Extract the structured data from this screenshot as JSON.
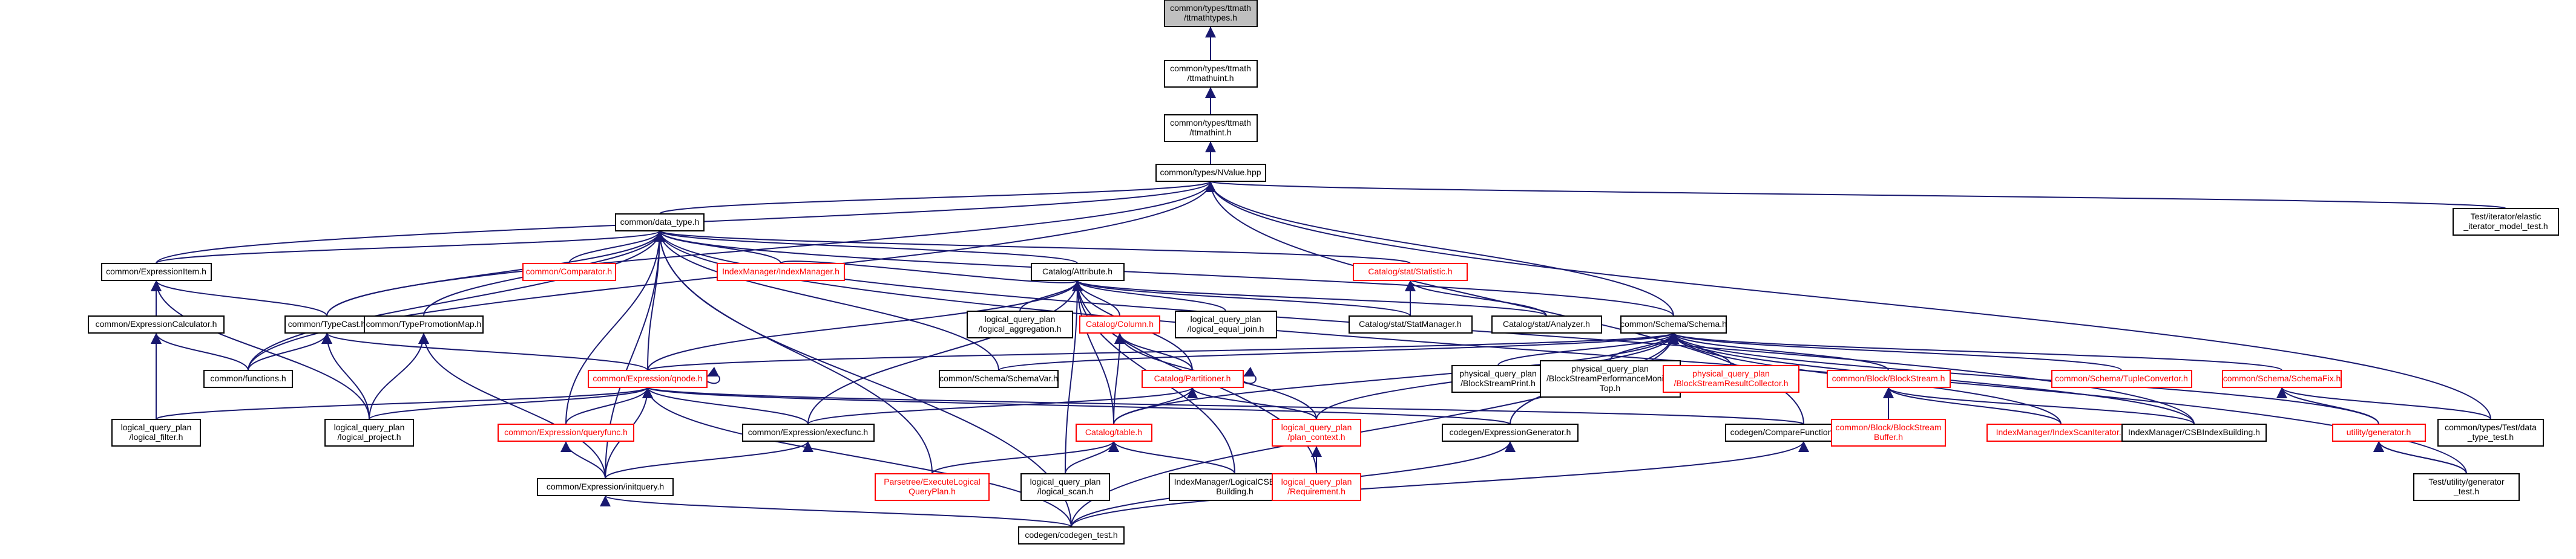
{
  "graph": {
    "nodes": [
      {
        "id": "mathtypes",
        "lines": [
          "common/types/ttmath",
          "/ttmathtypes.h"
        ],
        "root": true
      },
      {
        "id": "mathuint",
        "lines": [
          "common/types/ttmath",
          "/ttmathuint.h"
        ]
      },
      {
        "id": "mathint",
        "lines": [
          "common/types/ttmath",
          "/ttmathint.h"
        ]
      },
      {
        "id": "nvalue",
        "lines": [
          "common/types/NValue.hpp"
        ]
      },
      {
        "id": "elastic_test",
        "lines": [
          "Test/iterator/elastic",
          "_iterator_model_test.h"
        ]
      },
      {
        "id": "data_type",
        "lines": [
          "common/data_type.h"
        ]
      },
      {
        "id": "expr_item",
        "lines": [
          "common/ExpressionItem.h"
        ]
      },
      {
        "id": "comparator",
        "lines": [
          "common/Comparator.h"
        ],
        "trunc": true
      },
      {
        "id": "index_manager",
        "lines": [
          "IndexManager/IndexManager.h"
        ],
        "trunc": true
      },
      {
        "id": "attribute",
        "lines": [
          "Catalog/Attribute.h"
        ]
      },
      {
        "id": "statistic",
        "lines": [
          "Catalog/stat/Statistic.h"
        ],
        "trunc": true
      },
      {
        "id": "expr_calc",
        "lines": [
          "common/ExpressionCalculator.h"
        ]
      },
      {
        "id": "typecast",
        "lines": [
          "common/TypeCast.h"
        ]
      },
      {
        "id": "type_promo",
        "lines": [
          "common/TypePromotionMap.h"
        ]
      },
      {
        "id": "lqp_aggr",
        "lines": [
          "logical_query_plan",
          "/logical_aggregation.h"
        ]
      },
      {
        "id": "column",
        "lines": [
          "Catalog/Column.h"
        ],
        "trunc": true
      },
      {
        "id": "lqp_equal_join",
        "lines": [
          "logical_query_plan",
          "/logical_equal_join.h"
        ]
      },
      {
        "id": "stat_manager",
        "lines": [
          "Catalog/stat/StatManager.h"
        ]
      },
      {
        "id": "analyzer",
        "lines": [
          "Catalog/stat/Analyzer.h"
        ]
      },
      {
        "id": "schema",
        "lines": [
          "common/Schema/Schema.h"
        ]
      },
      {
        "id": "functions",
        "lines": [
          "common/functions.h"
        ]
      },
      {
        "id": "schema_var",
        "lines": [
          "common/Schema/SchemaVar.h"
        ]
      },
      {
        "id": "pqp_print",
        "lines": [
          "physical_query_plan",
          "/BlockStreamPrint.h"
        ]
      },
      {
        "id": "pqp_perf",
        "lines": [
          "physical_query_plan",
          "/BlockStreamPerformanceMonitor",
          "Top.h"
        ]
      },
      {
        "id": "pqp_result",
        "lines": [
          "physical_query_plan",
          "/BlockStreamResultCollector.h"
        ],
        "trunc": true
      },
      {
        "id": "block_stream",
        "lines": [
          "common/Block/BlockStream.h"
        ],
        "trunc": true
      },
      {
        "id": "tuple_convertor",
        "lines": [
          "common/Schema/TupleConvertor.h"
        ],
        "trunc": true
      },
      {
        "id": "schema_fix",
        "lines": [
          "common/Schema/SchemaFix.h"
        ],
        "trunc": true
      },
      {
        "id": "qnode",
        "lines": [
          "common/Expression/qnode.h"
        ],
        "trunc": true
      },
      {
        "id": "partitioner",
        "lines": [
          "Catalog/Partitioner.h"
        ],
        "trunc": true
      },
      {
        "id": "lqp_filter",
        "lines": [
          "logical_query_plan",
          "/logical_filter.h"
        ]
      },
      {
        "id": "lqp_project",
        "lines": [
          "logical_query_plan",
          "/logical_project.h"
        ]
      },
      {
        "id": "queryfunc",
        "lines": [
          "common/Expression/queryfunc.h"
        ],
        "trunc": true
      },
      {
        "id": "execfunc",
        "lines": [
          "common/Expression/execfunc.h"
        ]
      },
      {
        "id": "catalog_table",
        "lines": [
          "Catalog/table.h"
        ],
        "trunc": true
      },
      {
        "id": "plan_context",
        "lines": [
          "logical_query_plan",
          "/plan_context.h"
        ],
        "trunc": true
      },
      {
        "id": "codegen_exprgen",
        "lines": [
          "codegen/ExpressionGenerator.h"
        ]
      },
      {
        "id": "codegen_compare",
        "lines": [
          "codegen/CompareFunctionGenerator.h"
        ]
      },
      {
        "id": "block_stream_buffer",
        "lines": [
          "common/Block/BlockStream",
          "Buffer.h"
        ],
        "trunc": true
      },
      {
        "id": "index_scan_iter",
        "lines": [
          "IndexManager/IndexScanIterator.h"
        ],
        "trunc": true
      },
      {
        "id": "csb_index_building",
        "lines": [
          "IndexManager/CSBIndexBuilding.h"
        ]
      },
      {
        "id": "utility_generator",
        "lines": [
          "utility/generator.h"
        ],
        "trunc": true
      },
      {
        "id": "test_data_type",
        "lines": [
          "common/types/Test/data",
          "_type_test.h"
        ]
      },
      {
        "id": "paraser_exec",
        "lines": [
          "Parsetree/ExecuteLogical",
          "QueryPlan.h"
        ],
        "trunc": true
      },
      {
        "id": "lqp_scan",
        "lines": [
          "logical_query_plan",
          "/logical_scan.h"
        ]
      },
      {
        "id": "logical_csb",
        "lines": [
          "IndexManager/LogicalCSBIndex",
          "Building.h"
        ]
      },
      {
        "id": "lqp_requirement",
        "lines": [
          "logical_query_plan",
          "/Requirement.h"
        ],
        "trunc": true
      },
      {
        "id": "initquery",
        "lines": [
          "common/Expression/initquery.h"
        ]
      },
      {
        "id": "codegen_test",
        "lines": [
          "codegen/codegen_test.h"
        ]
      },
      {
        "id": "test_generator",
        "lines": [
          "Test/utility/generator",
          "_test.h"
        ]
      }
    ],
    "edges": [
      [
        "mathuint",
        "mathtypes"
      ],
      [
        "mathint",
        "mathuint"
      ],
      [
        "nvalue",
        "mathint"
      ],
      [
        "elastic_test",
        "nvalue"
      ],
      [
        "data_type",
        "nvalue"
      ],
      [
        "expr_item",
        "nvalue"
      ],
      [
        "typecast",
        "nvalue"
      ],
      [
        "functions",
        "nvalue"
      ],
      [
        "codegen_compare",
        "nvalue"
      ],
      [
        "test_data_type",
        "nvalue"
      ],
      [
        "schema",
        "nvalue"
      ],
      [
        "expr_item",
        "data_type"
      ],
      [
        "comparator",
        "data_type"
      ],
      [
        "index_manager",
        "data_type"
      ],
      [
        "attribute",
        "data_type"
      ],
      [
        "statistic",
        "data_type"
      ],
      [
        "schema",
        "data_type"
      ],
      [
        "typecast",
        "data_type"
      ],
      [
        "type_promo",
        "data_type"
      ],
      [
        "qnode",
        "data_type"
      ],
      [
        "queryfunc",
        "data_type"
      ],
      [
        "initquery",
        "data_type"
      ],
      [
        "codegen_test",
        "data_type"
      ],
      [
        "schema_var",
        "data_type"
      ],
      [
        "paraser_exec",
        "data_type"
      ],
      [
        "test_generator",
        "data_type"
      ],
      [
        "csb_index_building",
        "data_type"
      ],
      [
        "functions",
        "data_type"
      ],
      [
        "expr_calc",
        "expr_item"
      ],
      [
        "typecast",
        "expr_item"
      ],
      [
        "lqp_filter",
        "expr_item"
      ],
      [
        "lqp_project",
        "expr_item"
      ],
      [
        "functions",
        "expr_calc"
      ],
      [
        "lqp_filter",
        "expr_calc"
      ],
      [
        "functions",
        "typecast"
      ],
      [
        "qnode",
        "typecast"
      ],
      [
        "lqp_project",
        "typecast"
      ],
      [
        "initquery",
        "type_promo"
      ],
      [
        "lqp_project",
        "type_promo"
      ],
      [
        "index_manager",
        "attribute"
      ],
      [
        "lqp_aggr",
        "attribute"
      ],
      [
        "column",
        "attribute"
      ],
      [
        "lqp_equal_join",
        "attribute"
      ],
      [
        "stat_manager",
        "attribute"
      ],
      [
        "analyzer",
        "attribute"
      ],
      [
        "qnode",
        "attribute"
      ],
      [
        "partitioner",
        "attribute"
      ],
      [
        "catalog_table",
        "attribute"
      ],
      [
        "execfunc",
        "attribute"
      ],
      [
        "lqp_scan",
        "attribute"
      ],
      [
        "logical_csb",
        "attribute"
      ],
      [
        "lqp_requirement",
        "attribute"
      ],
      [
        "stat_manager",
        "statistic"
      ],
      [
        "analyzer",
        "statistic"
      ],
      [
        "catalog_table",
        "column"
      ],
      [
        "partitioner",
        "column"
      ],
      [
        "plan_context",
        "column"
      ],
      [
        "partitioner",
        "partitioner"
      ],
      [
        "plan_context",
        "partitioner"
      ],
      [
        "catalog_table",
        "partitioner"
      ],
      [
        "execfunc",
        "partitioner"
      ],
      [
        "paraser_exec",
        "catalog_table"
      ],
      [
        "lqp_scan",
        "catalog_table"
      ],
      [
        "logical_csb",
        "catalog_table"
      ],
      [
        "lqp_requirement",
        "plan_context"
      ],
      [
        "schema_var",
        "schema"
      ],
      [
        "pqp_print",
        "schema"
      ],
      [
        "pqp_perf",
        "schema"
      ],
      [
        "pqp_result",
        "schema"
      ],
      [
        "block_stream",
        "schema"
      ],
      [
        "tuple_convertor",
        "schema"
      ],
      [
        "schema_fix",
        "schema"
      ],
      [
        "codegen_exprgen",
        "schema"
      ],
      [
        "qnode",
        "schema"
      ],
      [
        "index_scan_iter",
        "schema"
      ],
      [
        "csb_index_building",
        "schema"
      ],
      [
        "utility_generator",
        "schema"
      ],
      [
        "catalog_table",
        "schema"
      ],
      [
        "plan_context",
        "schema"
      ],
      [
        "codegen_test",
        "schema"
      ],
      [
        "block_stream_buffer",
        "block_stream"
      ],
      [
        "index_scan_iter",
        "block_stream"
      ],
      [
        "csb_index_building",
        "block_stream"
      ],
      [
        "utility_generator",
        "schema_fix"
      ],
      [
        "test_data_type",
        "schema_fix"
      ],
      [
        "test_generator",
        "utility_generator"
      ],
      [
        "qnode",
        "qnode"
      ],
      [
        "lqp_filter",
        "qnode"
      ],
      [
        "lqp_project",
        "qnode"
      ],
      [
        "queryfunc",
        "qnode"
      ],
      [
        "execfunc",
        "qnode"
      ],
      [
        "initquery",
        "qnode"
      ],
      [
        "codegen_exprgen",
        "qnode"
      ],
      [
        "codegen_compare",
        "qnode"
      ],
      [
        "codegen_test",
        "qnode"
      ],
      [
        "initquery",
        "queryfunc"
      ],
      [
        "initquery",
        "execfunc"
      ],
      [
        "codegen_test",
        "initquery"
      ],
      [
        "codegen_test",
        "codegen_exprgen"
      ],
      [
        "codegen_test",
        "codegen_compare"
      ],
      [
        "test_generator",
        "utility_generator"
      ]
    ]
  }
}
